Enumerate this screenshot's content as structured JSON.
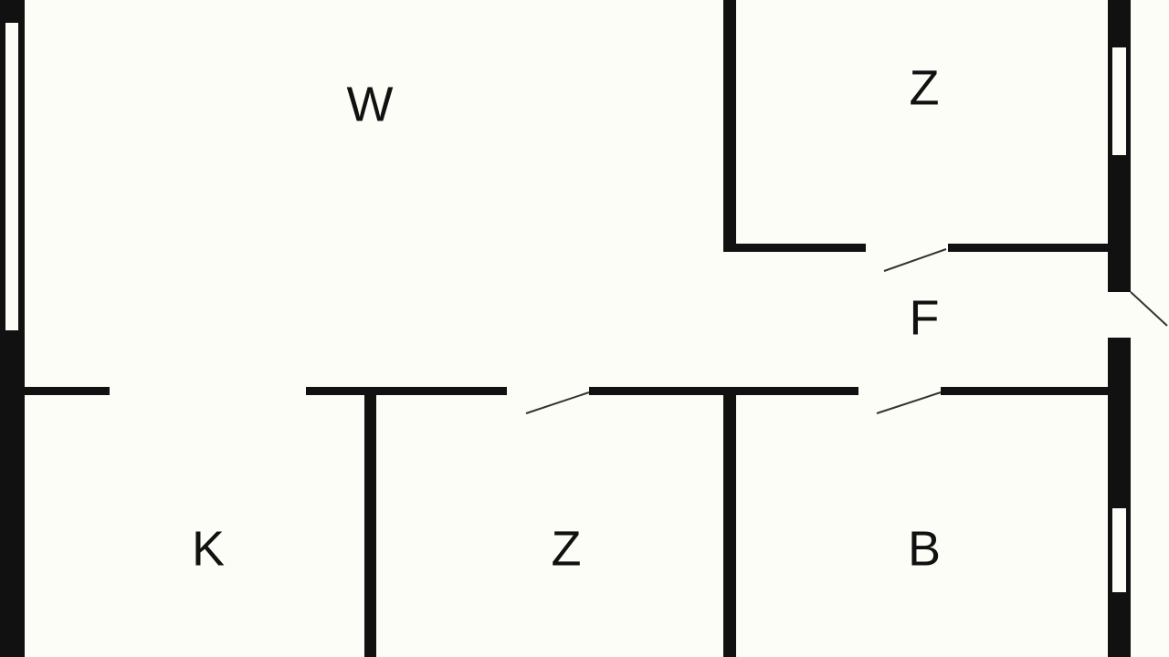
{
  "floor_plan": {
    "rooms": [
      {
        "id": "living",
        "label": "W"
      },
      {
        "id": "bedroom-top",
        "label": "Z"
      },
      {
        "id": "hall",
        "label": "F"
      },
      {
        "id": "kitchen",
        "label": "K"
      },
      {
        "id": "bedroom-bottom",
        "label": "Z"
      },
      {
        "id": "bathroom",
        "label": "B"
      }
    ],
    "colors": {
      "wall": "#111111",
      "floor": "#fdfdf8"
    }
  }
}
